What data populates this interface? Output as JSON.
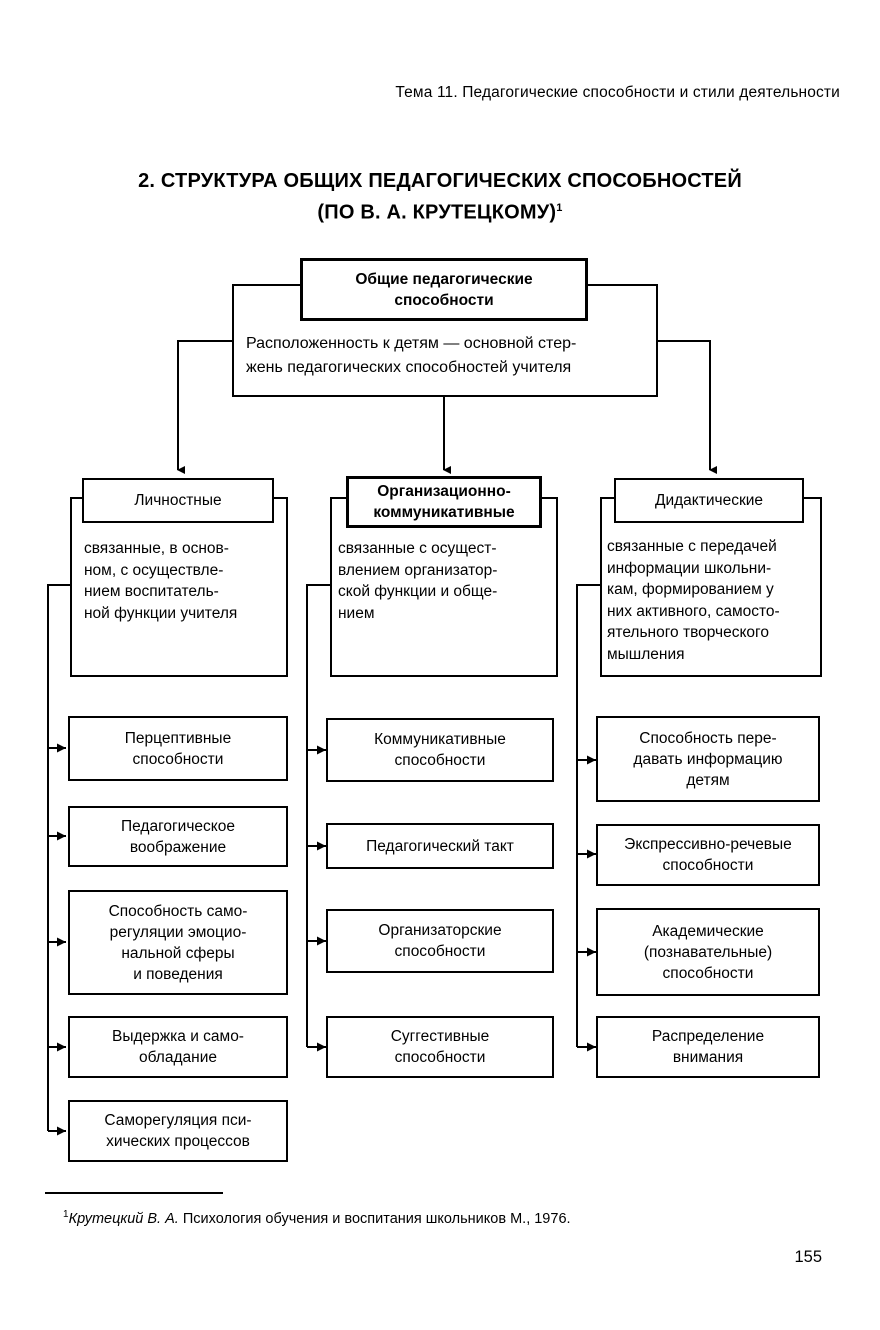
{
  "page": {
    "running_head": "Тема 11. Педагогические способности и стили деятельности",
    "number": "155",
    "ink_color": "#000000",
    "paper_color": "#ffffff"
  },
  "section": {
    "title_line1": "2. СТРУКТУРА ОБЩИХ ПЕДАГОГИЧЕСКИХ СПОСОБНОСТЕЙ",
    "title_line2": "(ПО В. А. КРУТЕЦКОМУ)",
    "title_footnote_marker": "1"
  },
  "diagram": {
    "root": {
      "title": "Общие педагогические\nспособности",
      "description": "Расположенность к детям — основной стер-\nжень педагогических способностей учителя"
    },
    "columns": [
      {
        "head": "Личностные",
        "description": "связанные, в основ-\nном, с осуществле-\nнием воспитатель-\nной функции учителя",
        "items": [
          "Перцептивные\nспособности",
          "Педагогическое\nвоображение",
          "Способность само-\nрегуляции эмоцио-\nнальной сферы\nи поведения",
          "Выдержка и само-\nобладание",
          "Саморегуляция пси-\nхических процессов"
        ]
      },
      {
        "head": "Организационно-\nкоммуникативные",
        "description": "связанные с осущест-\nвлением организатор-\nской функции и обще-\nнием",
        "items": [
          "Коммуникативные\nспособности",
          "Педагогический такт",
          "Организаторские\nспособности",
          "Суггестивные\nспособности"
        ]
      },
      {
        "head": "Дидактические",
        "description": "связанные с передачей\nинформации школьни-\nкам, формированием у\nних активного, самосто-\nятельного творческого\nмышления",
        "items": [
          "Способность пере-\nдавать информацию\nдетям",
          "Экспрессивно-речевые\nспособности",
          "Академические\n(познавательные)\nспособности",
          "Распределение\nвнимания"
        ]
      }
    ]
  },
  "footnote": {
    "marker": "1",
    "author": "Крутецкий В. А.",
    "text": " Психология обучения и воспитания школьников  М., 1976."
  }
}
